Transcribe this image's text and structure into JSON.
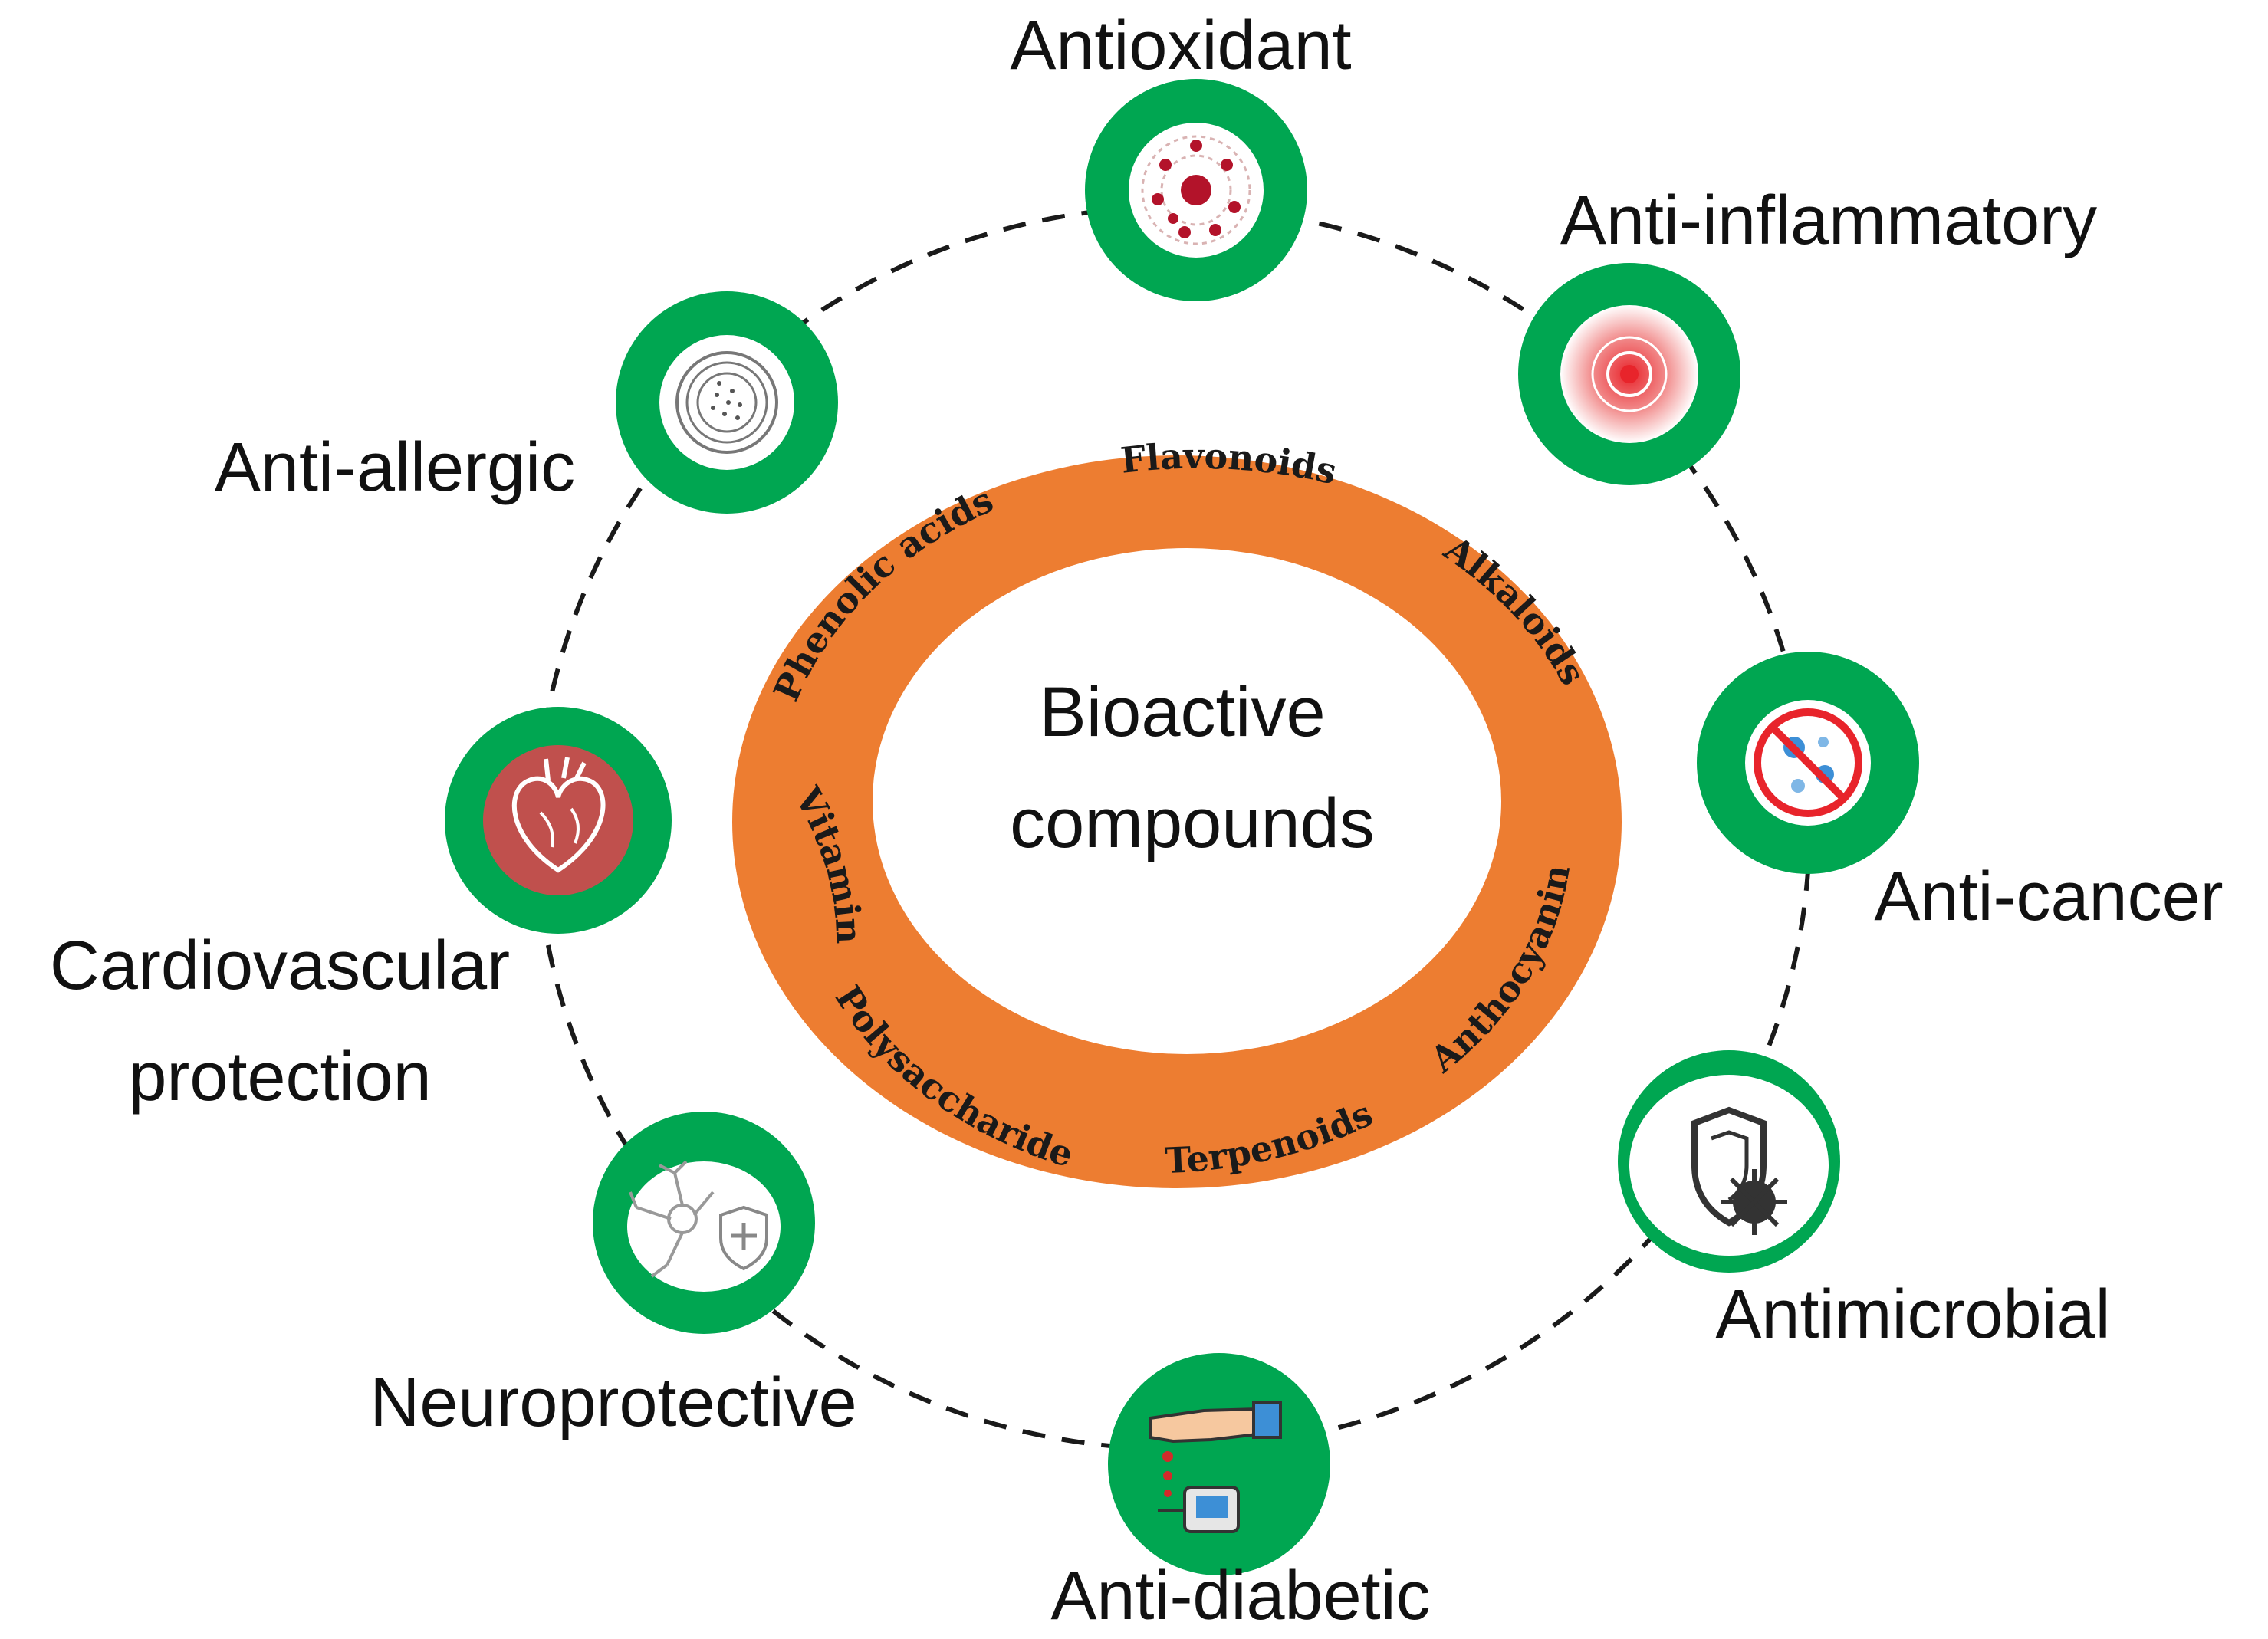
{
  "center": {
    "line1": "Bioactive",
    "line2": "compounds"
  },
  "compounds": [
    "Flavonoids",
    "Alkaloids",
    "Anthocyanin",
    "Terpenoids",
    "Polysaccharide",
    "Vitamin",
    "Phenolic acids"
  ],
  "activities": {
    "antioxidant": {
      "label": "Antioxidant",
      "icon": "atom-icon"
    },
    "anti_inflammatory": {
      "label": "Anti-inflammatory",
      "icon": "inflammation-target-icon"
    },
    "anti_cancer": {
      "label": "Anti-cancer",
      "icon": "no-cancer-cell-icon"
    },
    "antimicrobial": {
      "label": "Antimicrobial",
      "icon": "shield-virus-icon"
    },
    "anti_diabetic": {
      "label": "Anti-diabetic",
      "icon": "glucose-meter-icon"
    },
    "neuroprotective": {
      "label": "Neuroprotective",
      "icon": "neuron-shield-icon"
    },
    "cardiovascular": {
      "label_line1": "Cardiovascular",
      "label_line2": "protection",
      "icon": "heart-icon"
    },
    "anti_allergic": {
      "label": "Anti-allergic",
      "icon": "pollen-icon"
    }
  },
  "colors": {
    "ring": "#ed7d31",
    "node": "#00a651",
    "heart_bg": "#c0504d",
    "dash": "#1a1a1a"
  }
}
